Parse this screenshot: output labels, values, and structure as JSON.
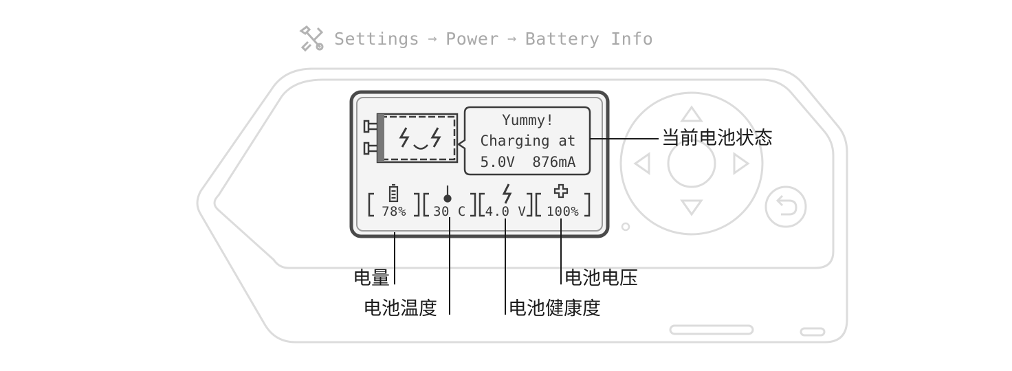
{
  "breadcrumb": {
    "icon": "tools-icon",
    "items": [
      "Settings",
      "Power",
      "Battery Info"
    ],
    "separator": "→"
  },
  "screen": {
    "bubble_lines": [
      "Yummy!",
      "Charging at",
      "5.0V  876mA"
    ],
    "stats": [
      {
        "icon": "battery-icon",
        "value": "78%"
      },
      {
        "icon": "thermometer-icon",
        "value": "30 C"
      },
      {
        "icon": "lightning-icon",
        "value": "4.0 V"
      },
      {
        "icon": "health-cross-icon",
        "value": "100%"
      }
    ]
  },
  "callouts": {
    "battery_status": "当前电池状态",
    "charge_level": "电量",
    "battery_temperature": "电池温度",
    "battery_health": "电池健康度",
    "battery_voltage": "电池电压"
  },
  "colors": {
    "device_outline": "#dcdcdc",
    "screen_frame": "#4a4a4a",
    "screen_fill": "#f4f4f4",
    "pixel_ink": "#3a3a3a",
    "breadcrumb_text": "#a9a9a9",
    "callout_text": "#1a1a1a"
  }
}
